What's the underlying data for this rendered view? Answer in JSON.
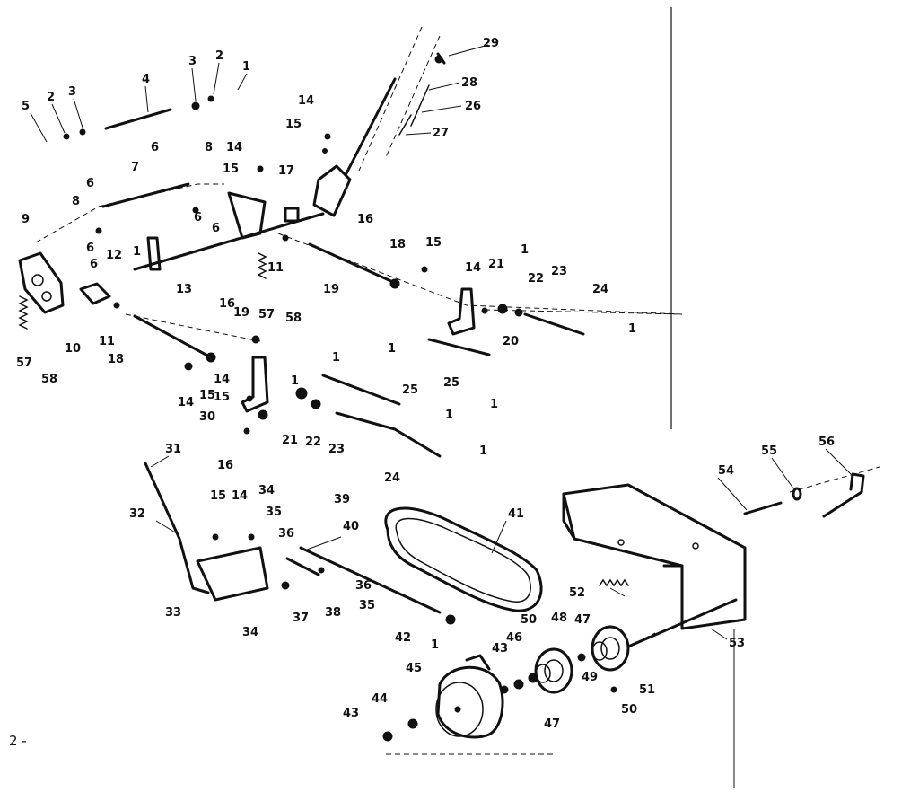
{
  "page_number": "2 -",
  "part_numbers": [
    "1",
    "2",
    "3",
    "4",
    "5",
    "6",
    "7",
    "8",
    "9",
    "10",
    "11",
    "12",
    "13",
    "14",
    "15",
    "16",
    "17",
    "18",
    "19",
    "20",
    "21",
    "22",
    "23",
    "24",
    "25",
    "26",
    "27",
    "28",
    "29",
    "30",
    "31",
    "32",
    "33",
    "34",
    "35",
    "36",
    "37",
    "38",
    "39",
    "40",
    "41",
    "42",
    "43",
    "44",
    "45",
    "46",
    "47",
    "48",
    "49",
    "50",
    "51",
    "52",
    "53",
    "54",
    "55",
    "56",
    "57",
    "58"
  ],
  "components": {
    "lift_shaft": "shaft-13",
    "belt": "v-belt-41",
    "engine_pulley_guard": "guard-45",
    "mounting_bracket": "bracket-53",
    "pulleys": [
      "pulley-48",
      "pulley-51"
    ]
  }
}
